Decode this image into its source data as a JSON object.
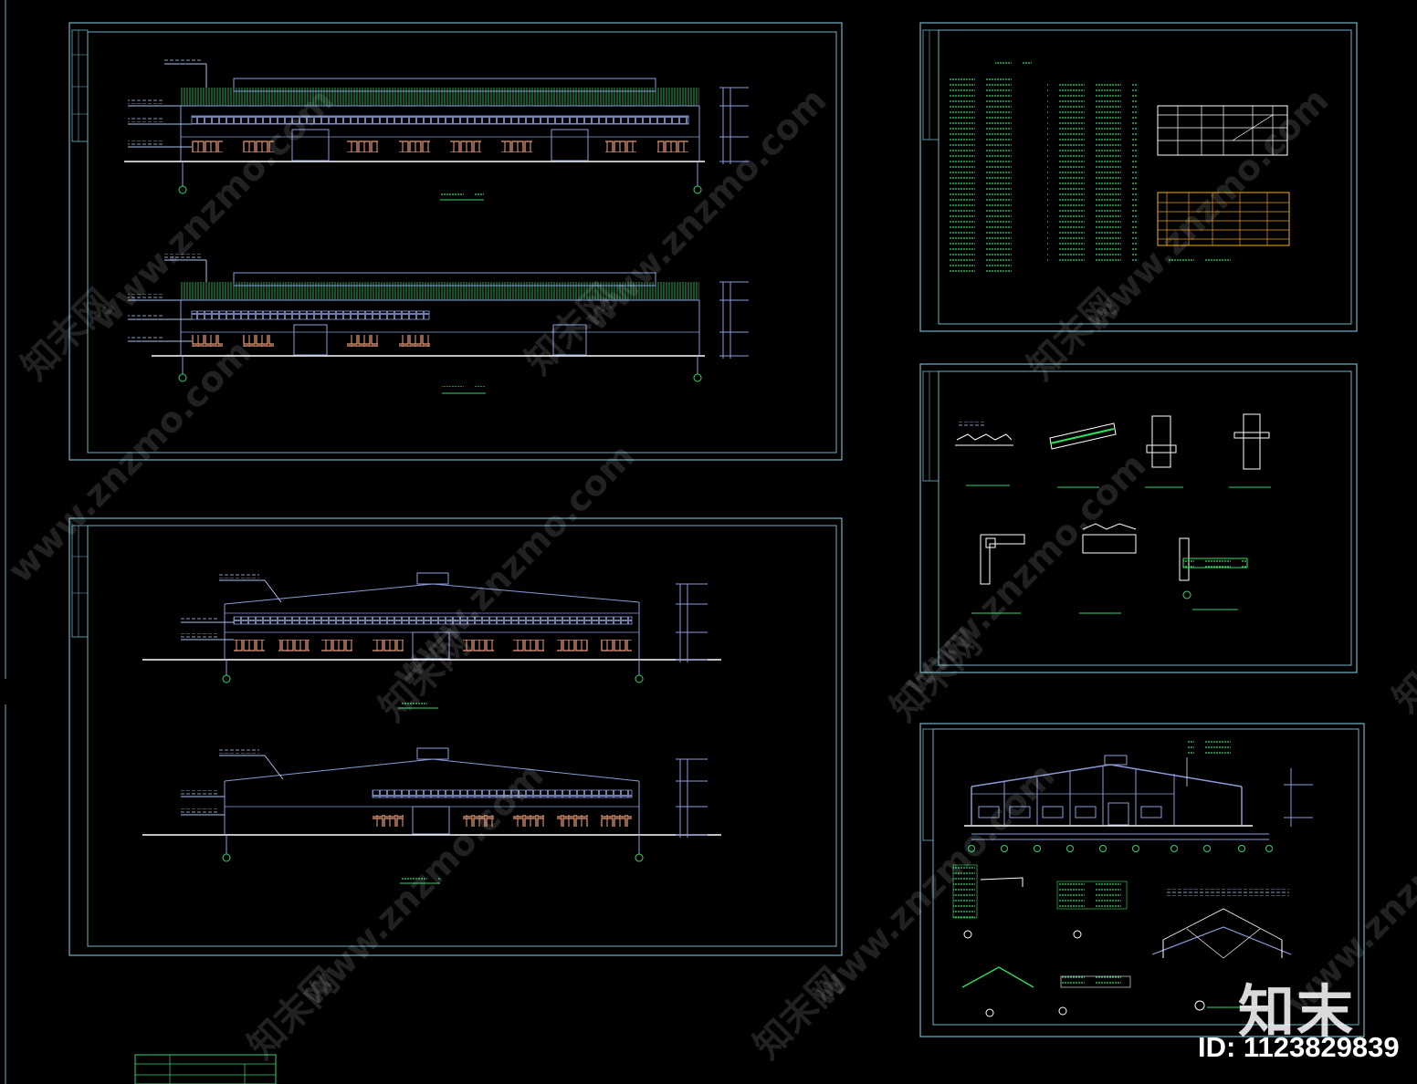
{
  "colors": {
    "background": "#000000",
    "frame": "#6fb2c4",
    "drawing_line": "#8a9bd8",
    "window": "#f0a07a",
    "annotation": "#a8c4f0",
    "text_green": "#2fd36b",
    "detail_green": "#2fe05a",
    "table_orange": "#e0a020",
    "white": "#ffffff"
  },
  "watermark": {
    "site": "www.znzmo.com",
    "brand_cn": "知末网"
  },
  "logo_text": "知末",
  "id_text": "ID: 1123829839",
  "icons": [
    "compass-icon",
    "axis-bubble-icon"
  ]
}
